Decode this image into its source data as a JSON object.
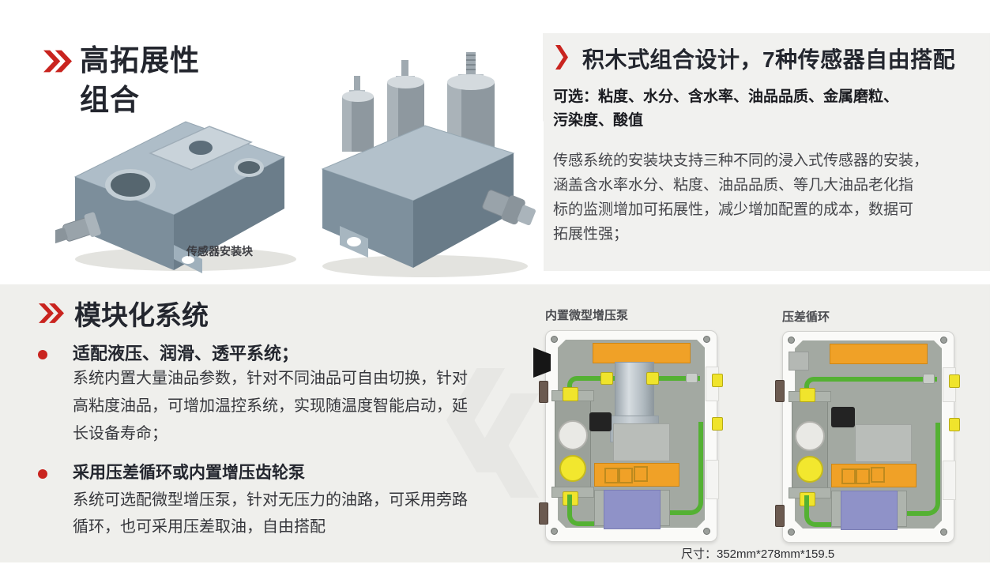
{
  "accent": {
    "red": "#c9241f",
    "orange": "#f0a127",
    "green": "#54b133",
    "purple": "#8f92c8",
    "background_gray": "#efefec"
  },
  "card_left": {
    "title": "高拓展性\n组合",
    "caption": "传感器安装块",
    "images": [
      "sensor-mounting-block-empty",
      "sensor-mounting-block-with-sensors"
    ]
  },
  "card_right": {
    "title": "积木式组合设计，7种传感器自由搭配",
    "subtitle": "可选：粘度、水分、含水率、油品品质、金属磨粒、\n污染度、酸值",
    "body": "传感系统的安装块支持三种不同的浸入式传感器的安装，\n涵盖含水率水分、粘度、油品品质、等几大油品老化指\n标的监测增加可拓展性，减少增加配置的成本，数据可\n拓展性强；"
  },
  "section": {
    "title": "模块化系统",
    "bullets": [
      {
        "heading": "适配液压、润滑、透平系统；",
        "body": "系统内置大量油品参数，针对不同油品可自由切换，针对\n高粘度油品，可增加温控系统，实现随温度智能启动，延\n长设备寿命；"
      },
      {
        "heading": "采用压差循环或内置增压齿轮泵",
        "body": "系统可选配微型增压泵，针对无压力的油路，可采用旁路\n循环，也可采用压差取油，自由搭配"
      }
    ],
    "devices": [
      {
        "label": "内置微型增压泵"
      },
      {
        "label": "压差循环"
      }
    ],
    "dimensions": "尺寸：352mm*278mm*159.5"
  }
}
